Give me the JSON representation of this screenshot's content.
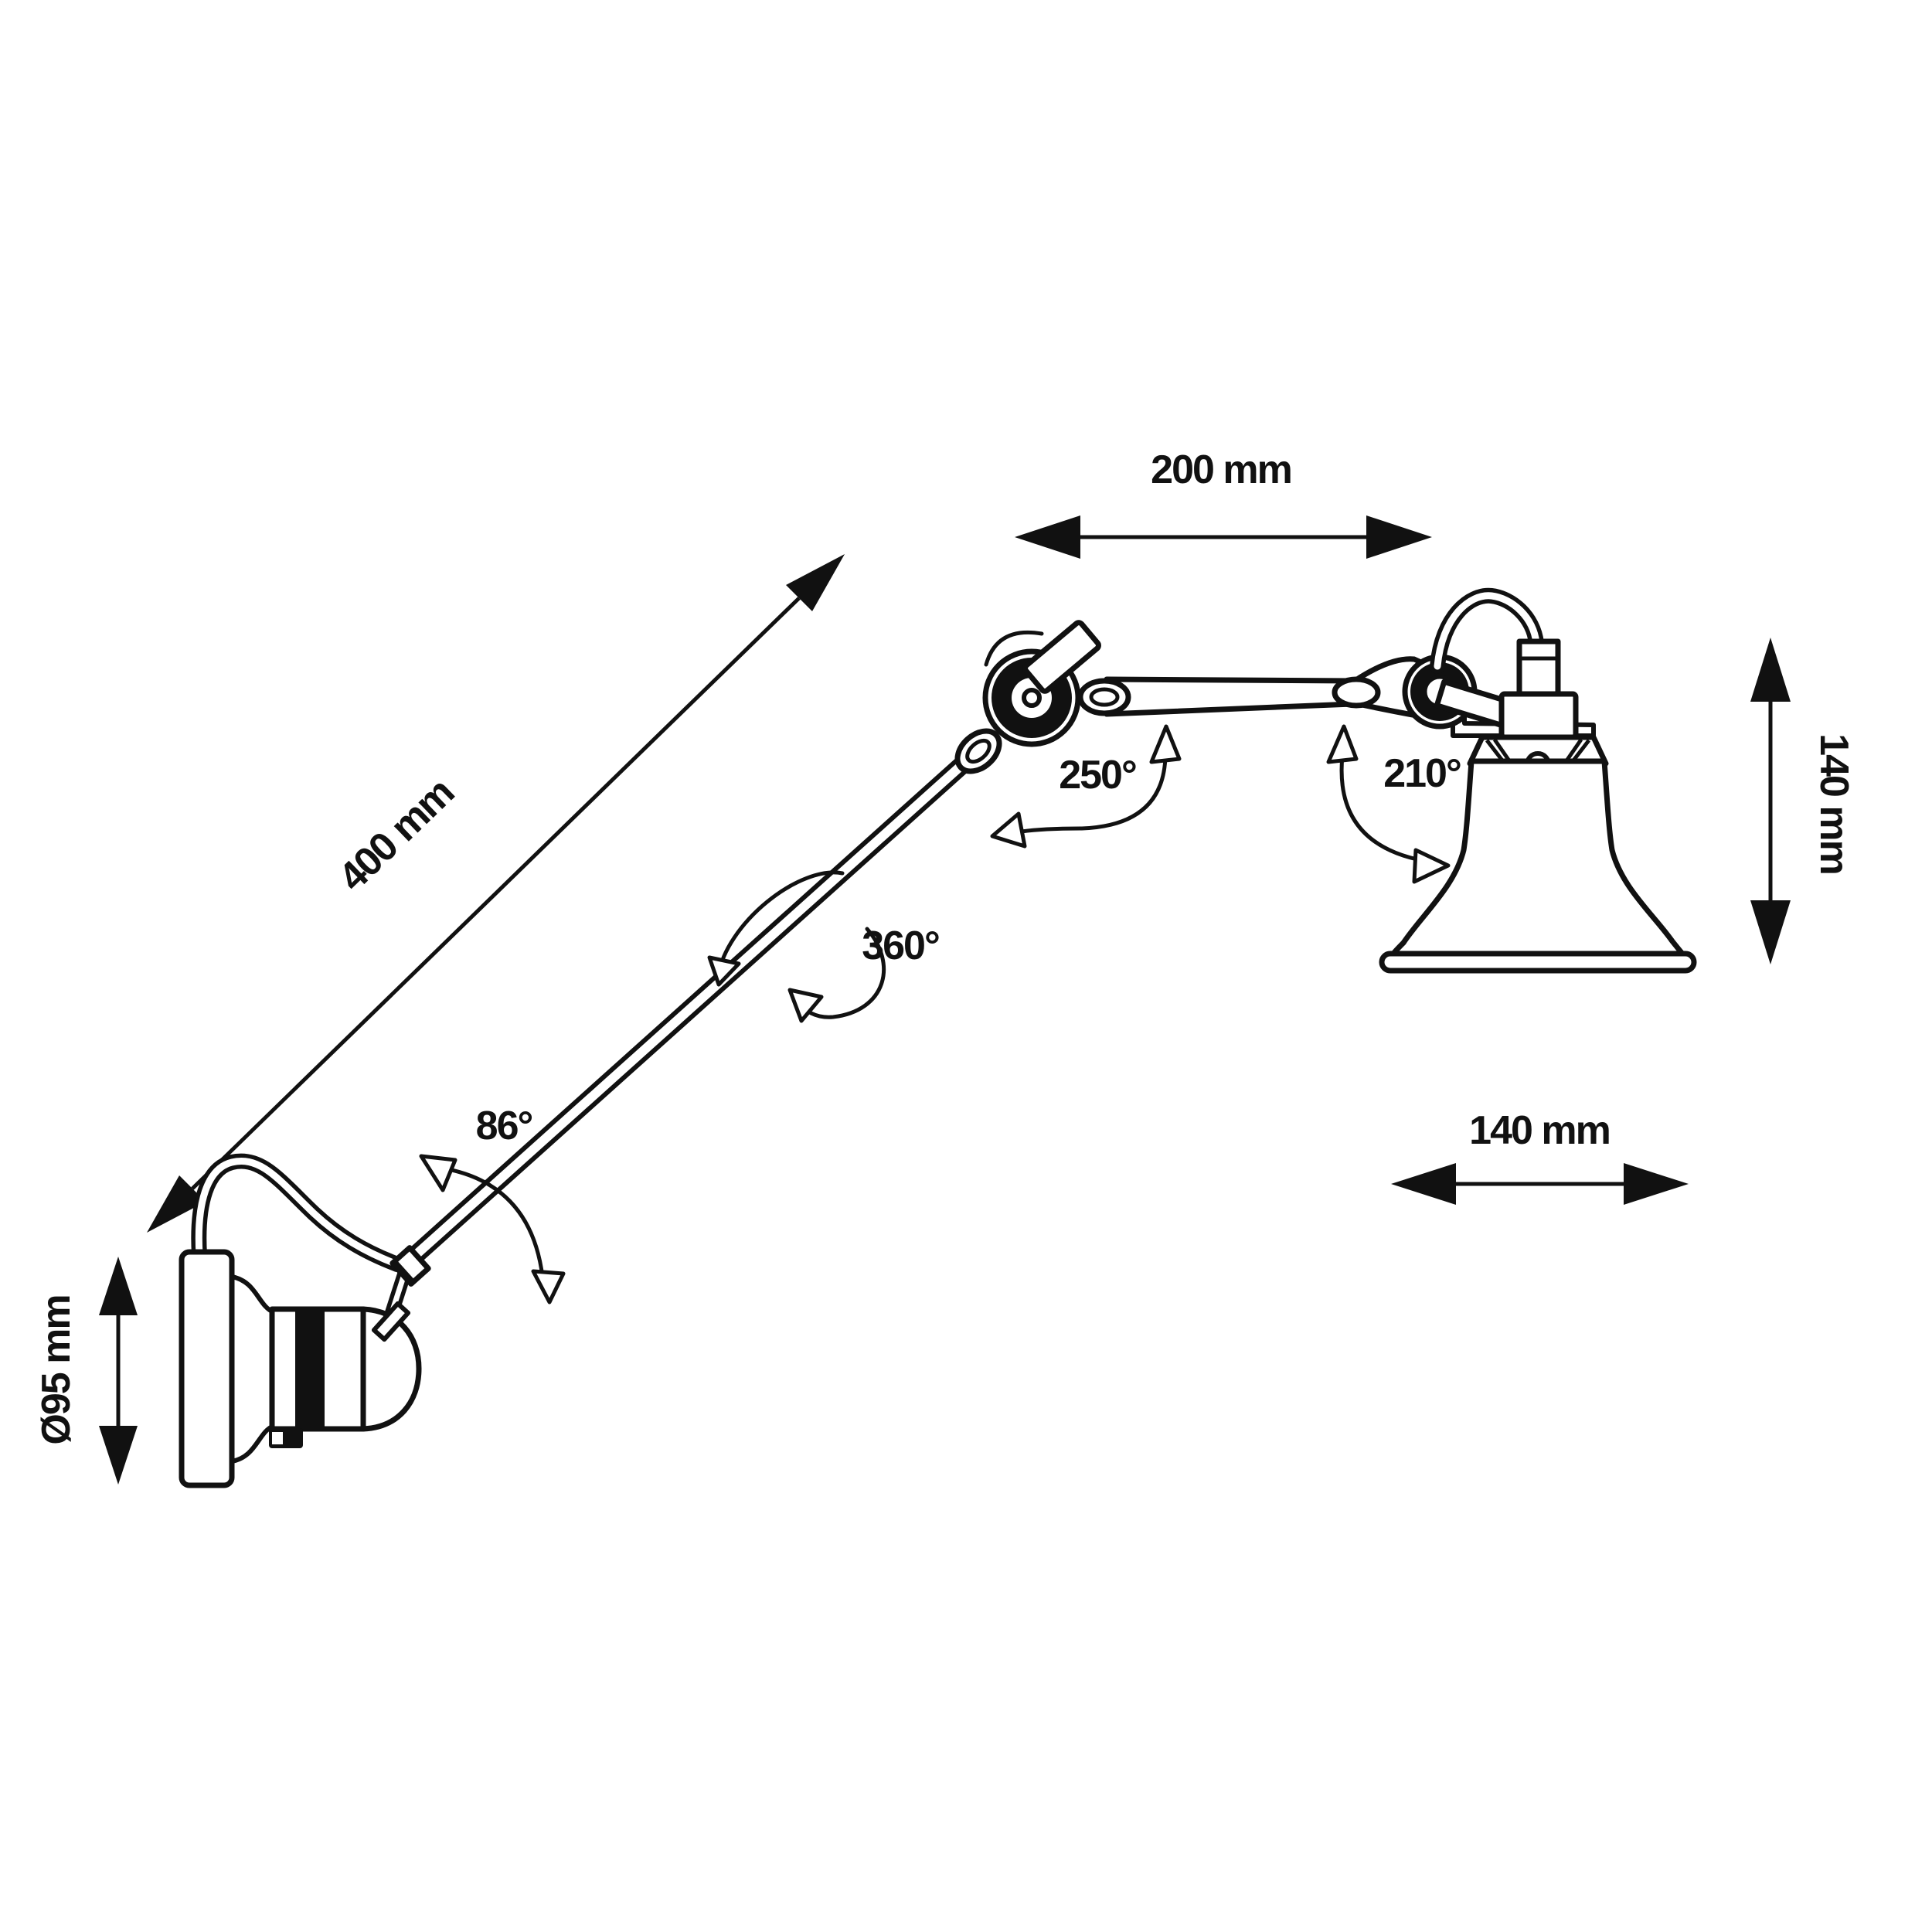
{
  "colors": {
    "ink": "#111111",
    "paper": "#ffffff"
  },
  "diagram": {
    "kind": "articulated wall lamp technical dimension drawing",
    "labels": {
      "dim_arm_upper": "200 mm",
      "dim_arm_lower": "400 mm",
      "dim_shade_height": "140 mm",
      "dim_shade_width": "140 mm",
      "dim_wall_plate": "Ø95 mm",
      "rot_elbow": "250°",
      "rot_shade_joint": "210°",
      "rot_arm_axis": "360°",
      "rot_wall_joint": "86°"
    }
  }
}
